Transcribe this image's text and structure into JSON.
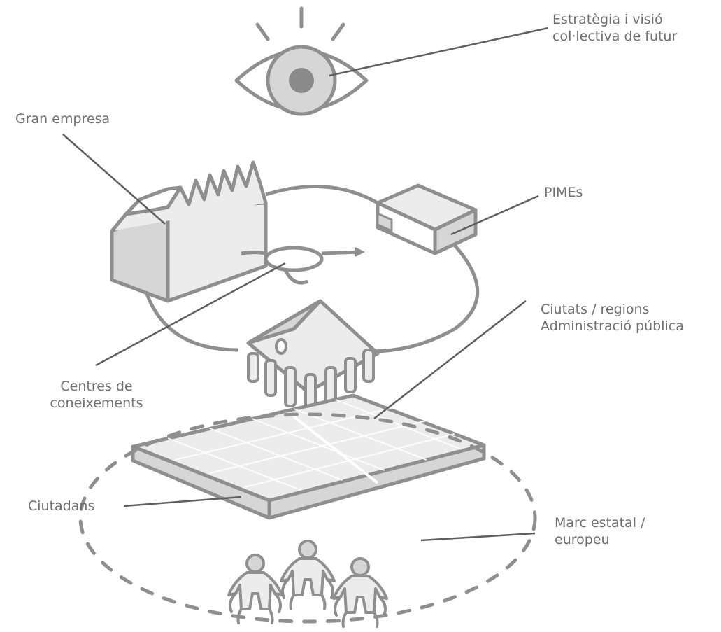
{
  "labels": {
    "vision": [
      "Estratègia i visió",
      "col·lectiva de futur"
    ],
    "big_company": [
      "Gran empresa"
    ],
    "smes": [
      "PIMEs"
    ],
    "cities": [
      "Ciutats / regions",
      "Administració pública"
    ],
    "knowledge": [
      "Centres de",
      "coneixements"
    ],
    "framework": [
      "Marc estatal /",
      "europeu"
    ],
    "citizens": [
      "Ciutadans"
    ]
  },
  "colors": {
    "stroke": "#8f8f8f",
    "fill_light": "#ececec",
    "fill_mid": "#d6d6d6",
    "pupil": "#8a8a8a",
    "text": "#6f6f6f"
  }
}
